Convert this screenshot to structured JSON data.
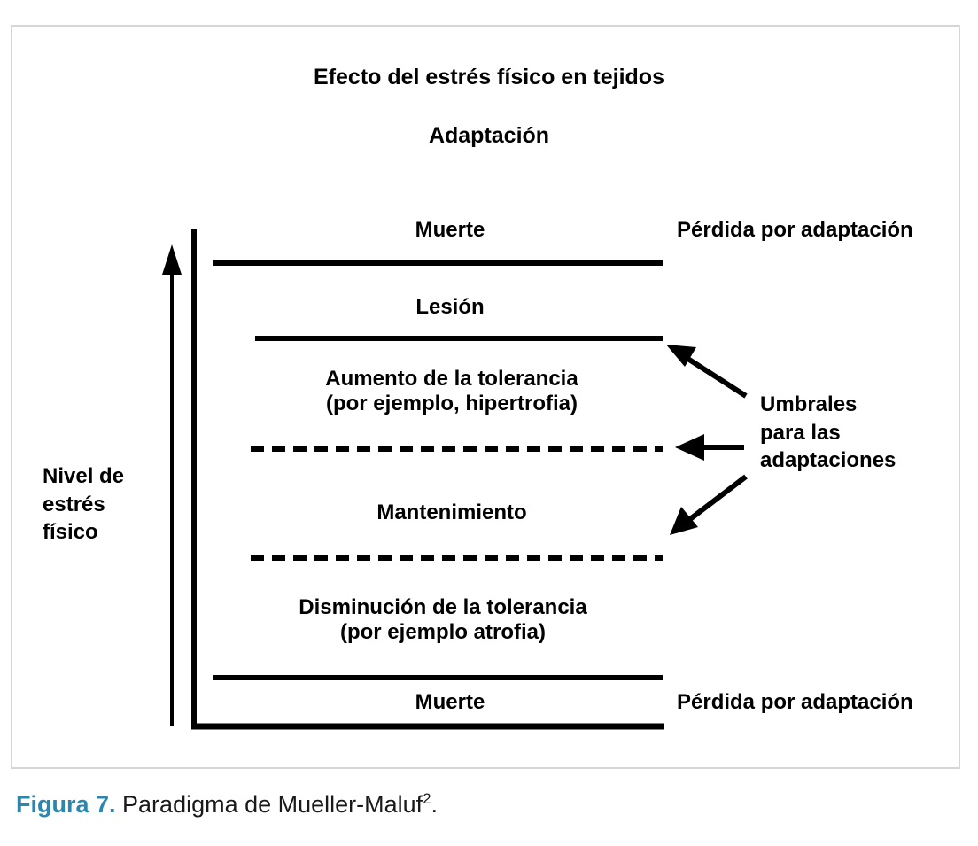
{
  "figure": {
    "title": "Efecto del estrés físico en tejidos",
    "subtitle": "Adaptación",
    "y_axis_label": "Nivel de\nestrés\nfísico",
    "annotation": "Umbrales\npara las\nadaptaciones",
    "bands": [
      {
        "name": "muerte-top",
        "label": "Muerte"
      },
      {
        "name": "lesion",
        "label": "Lesión"
      },
      {
        "name": "aumento-tolerancia",
        "label": "Aumento de la tolerancia\n(por ejemplo, hipertrofia)"
      },
      {
        "name": "mantenimiento",
        "label": "Mantenimiento"
      },
      {
        "name": "disminucion-tolerancia",
        "label": "Disminución de la tolerancia\n(por ejemplo atrofia)"
      },
      {
        "name": "muerte-bottom",
        "label": "Muerte"
      }
    ],
    "side_labels": {
      "top": "Pérdida por adaptación",
      "bottom": "Pérdida por adaptación"
    },
    "colors": {
      "ink": "#000000",
      "frame": "#d6d6d6",
      "caption_accent": "#2b86b0"
    }
  },
  "caption": {
    "label": "Figura 7.",
    "text": " Paradigma de Mueller-Maluf",
    "superscript": "2",
    "terminator": "."
  },
  "chart_data": {
    "type": "diagram",
    "title": "Efecto del estrés físico en tejidos",
    "subtitle": "Adaptación",
    "ylabel": "Nivel de estrés físico",
    "bands_top_to_bottom": [
      "Muerte",
      "Lesión",
      "Aumento de la tolerancia (por ejemplo, hipertrofia)",
      "Mantenimiento",
      "Disminución de la tolerancia (por ejemplo atrofia)",
      "Muerte"
    ],
    "dividers": [
      {
        "after": "Muerte",
        "style": "solid"
      },
      {
        "after": "Lesión",
        "style": "solid"
      },
      {
        "after": "Aumento de la tolerancia (por ejemplo, hipertrofia)",
        "style": "dashed"
      },
      {
        "after": "Mantenimiento",
        "style": "dashed"
      },
      {
        "after": "Disminución de la tolerancia (por ejemplo atrofia)",
        "style": "solid"
      }
    ],
    "annotations": [
      {
        "text": "Pérdida por adaptación",
        "position": "top-right"
      },
      {
        "text": "Pérdida por adaptación",
        "position": "bottom-right"
      },
      {
        "text": "Umbrales para las adaptaciones",
        "position": "middle-right",
        "points_to": [
          "solid divider under Lesión",
          "dashed divider under Aumento de la tolerancia",
          "dashed divider under Mantenimiento"
        ]
      }
    ],
    "grid": false,
    "legend": "none"
  }
}
